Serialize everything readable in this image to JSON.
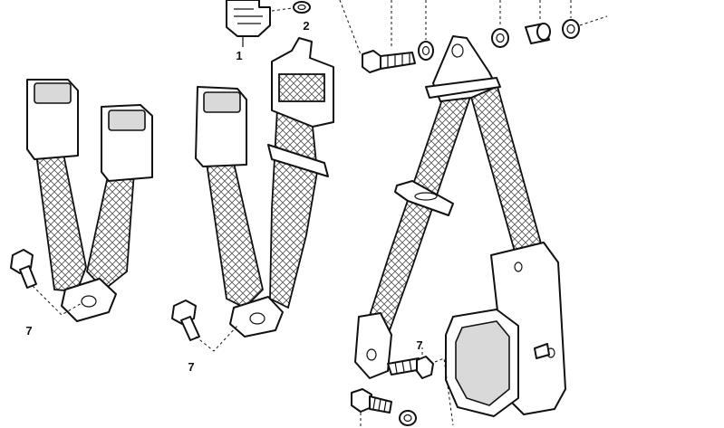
{
  "callouts": {
    "c1": "1",
    "c2": "2",
    "c7a": "7",
    "c7b": "7",
    "c7c": "7"
  },
  "colors": {
    "ink": "#111111",
    "background": "#ffffff",
    "mesh": "#555555"
  }
}
